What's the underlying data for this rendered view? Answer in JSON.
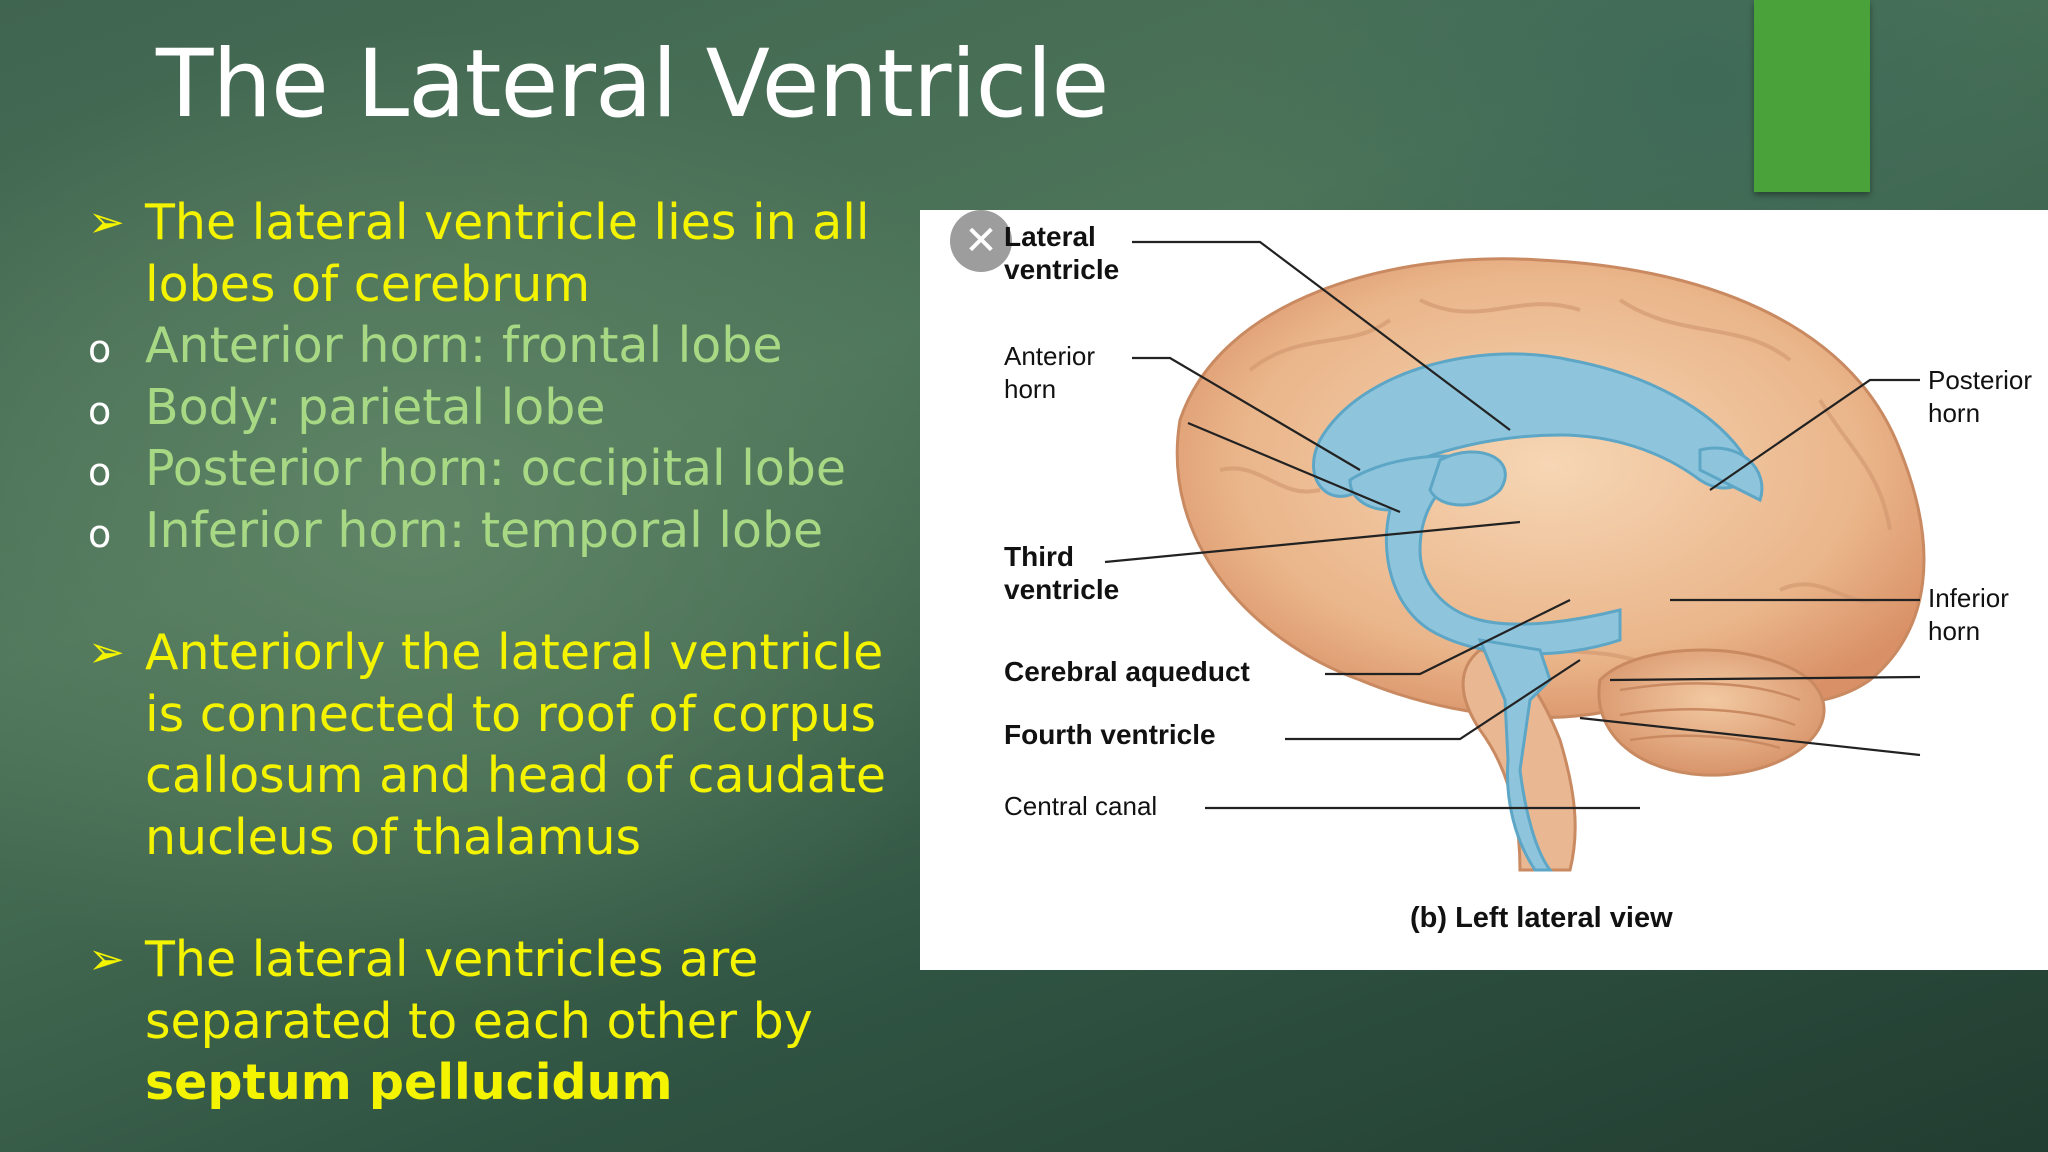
{
  "slide": {
    "title": "The Lateral Ventricle",
    "accent_color": "#4aa23a",
    "bullet_color": "#f4f400",
    "sub_color": "#a7d985"
  },
  "bullets": {
    "b1": "The lateral ventricle lies in all lobes of cerebrum",
    "sub1": "Anterior horn: frontal lobe",
    "sub2": "Body: parietal lobe",
    "sub3": "Posterior horn: occipital lobe",
    "sub4": "Inferior horn: temporal lobe",
    "b2": "Anteriorly the lateral ventricle is connected to roof of corpus callosum and head of caudate nucleus of thalamus",
    "b3_prefix": "The lateral ventricles are separated to each other by",
    "b3_bold": "septum pellucidum",
    "bullet_marker": "➢",
    "sub_marker": "o"
  },
  "figure": {
    "labels": {
      "lateral_ventricle_1": "Lateral",
      "lateral_ventricle_2": "ventricle",
      "anterior_horn_1": "Anterior",
      "anterior_horn_2": "horn",
      "third_ventricle_1": "Third",
      "third_ventricle_2": "ventricle",
      "cerebral_aqueduct": "Cerebral aqueduct",
      "fourth_ventricle": "Fourth ventricle",
      "central_canal": "Central canal",
      "posterior_horn_1": "Posterior",
      "posterior_horn_2": "horn",
      "inferior_horn_1": "Inferior",
      "inferior_horn_2": "horn"
    },
    "caption": "(b) Left lateral view",
    "close_glyph": "✕"
  }
}
